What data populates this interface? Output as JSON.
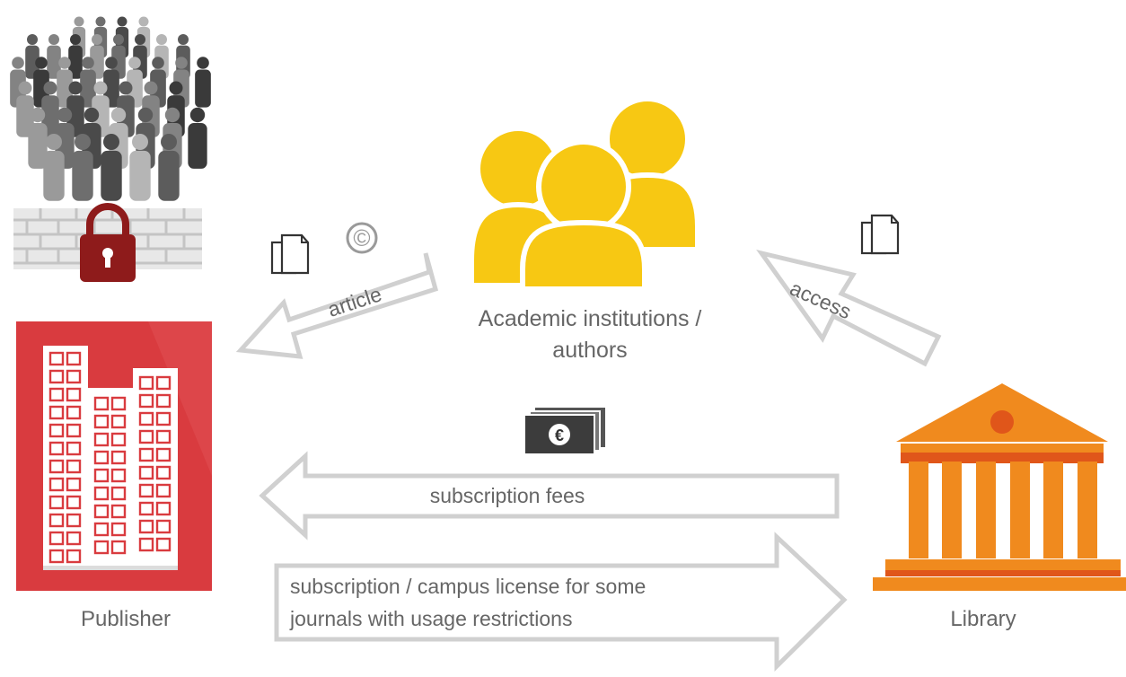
{
  "nodes": {
    "publisher": {
      "label": "Publisher",
      "color": "#d93b3f"
    },
    "institutions": {
      "label_line1": "Academic institutions /",
      "label_line2": "authors",
      "color": "#f7c813"
    },
    "library": {
      "label": "Library",
      "color": "#f08a1e"
    }
  },
  "arrows": {
    "article": {
      "label": "article"
    },
    "access": {
      "label": "access"
    },
    "fees": {
      "label": "subscription fees"
    },
    "license": {
      "label_line1": "subscription / campus license for some",
      "label_line2": "journals with usage restrictions"
    }
  },
  "icons": {
    "copyright_symbol": "©",
    "euro_symbol": "€"
  },
  "colors": {
    "arrow_outline": "#d0d0d0",
    "label_text": "#666666",
    "lock": "#8e1b1b",
    "wall": "#c8c8c8"
  }
}
